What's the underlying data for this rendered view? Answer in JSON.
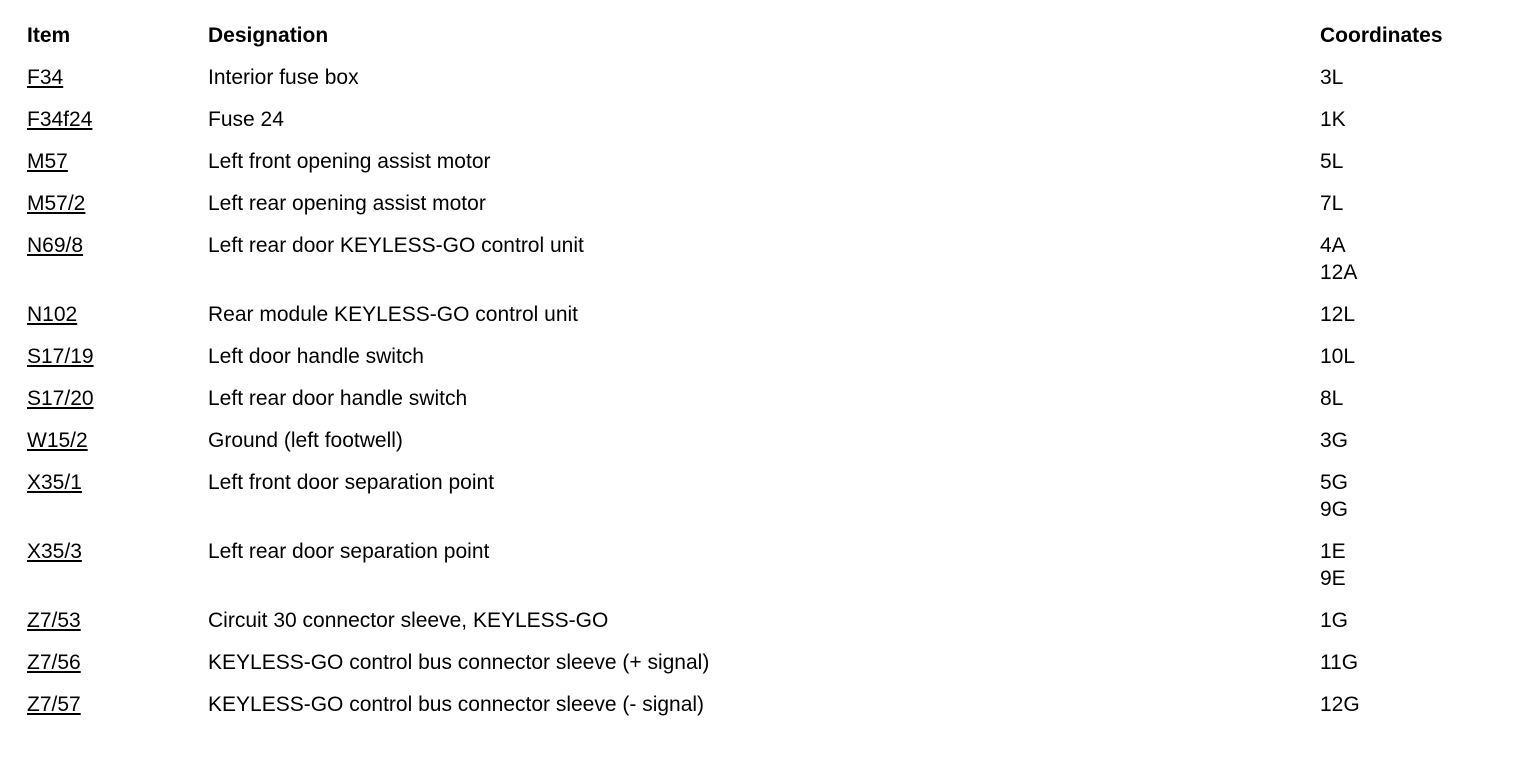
{
  "colors": {
    "text": "#000000",
    "background": "#ffffff"
  },
  "table": {
    "headers": {
      "item": "Item",
      "designation": "Designation",
      "coordinates": "Coordinates"
    },
    "rows": [
      {
        "item": "F34",
        "designation": "Interior fuse box",
        "coordinates": [
          "3L"
        ]
      },
      {
        "item": "F34f24",
        "designation": "Fuse 24",
        "coordinates": [
          "1K"
        ]
      },
      {
        "item": "M57",
        "designation": "Left front opening assist motor",
        "coordinates": [
          "5L"
        ]
      },
      {
        "item": "M57/2",
        "designation": "Left rear opening assist motor",
        "coordinates": [
          "7L"
        ]
      },
      {
        "item": "N69/8",
        "designation": "Left rear door KEYLESS-GO control unit",
        "coordinates": [
          "4A",
          "12A"
        ]
      },
      {
        "item": "N102",
        "designation": "Rear module KEYLESS-GO control unit",
        "coordinates": [
          "12L"
        ]
      },
      {
        "item": "S17/19",
        "designation": "Left door handle switch",
        "coordinates": [
          "10L"
        ]
      },
      {
        "item": "S17/20",
        "designation": "Left rear door handle switch",
        "coordinates": [
          "8L"
        ]
      },
      {
        "item": "W15/2",
        "designation": "Ground (left footwell)",
        "coordinates": [
          "3G"
        ]
      },
      {
        "item": "X35/1",
        "designation": "Left front door separation point",
        "coordinates": [
          "5G",
          "9G"
        ]
      },
      {
        "item": "X35/3",
        "designation": "Left rear door separation point",
        "coordinates": [
          "1E",
          "9E"
        ]
      },
      {
        "item": "Z7/53",
        "designation": "Circuit 30 connector sleeve, KEYLESS-GO",
        "coordinates": [
          "1G"
        ]
      },
      {
        "item": "Z7/56",
        "designation": "KEYLESS-GO control bus connector sleeve (+ signal)",
        "coordinates": [
          "11G"
        ]
      },
      {
        "item": "Z7/57",
        "designation": "KEYLESS-GO control bus connector sleeve (- signal)",
        "coordinates": [
          "12G"
        ]
      }
    ]
  }
}
